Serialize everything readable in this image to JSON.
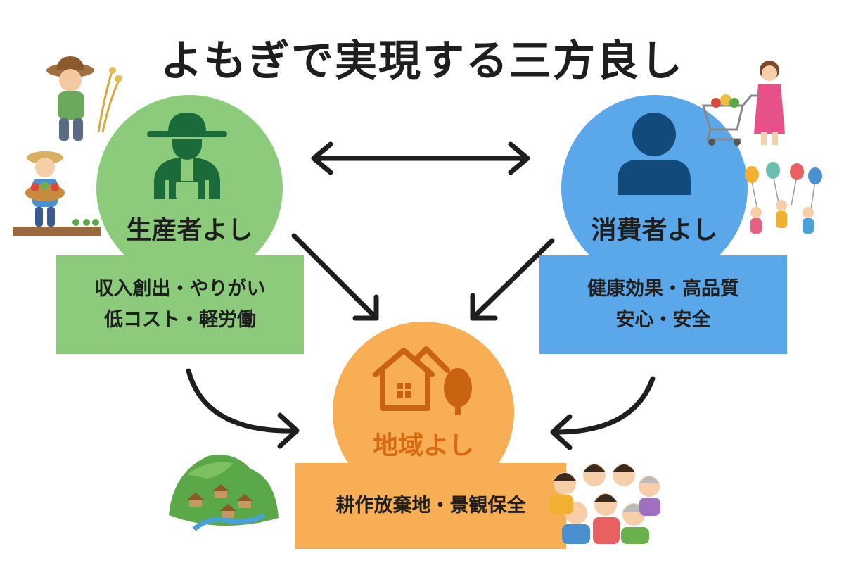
{
  "title": "よもぎで実現する三方良し",
  "nodes": {
    "producer": {
      "label": "生産者よし",
      "benefits": [
        "収入創出・やりがい",
        "低コスト・軽労働"
      ],
      "icon": "farmer-icon",
      "color": "#8ccb7c"
    },
    "consumer": {
      "label": "消費者よし",
      "benefits": [
        "健康効果・高品質",
        "安心・安全"
      ],
      "icon": "person-icon",
      "color": "#5aa7ea"
    },
    "region": {
      "label": "地域よし",
      "benefits": [
        "耕作放棄地・景観保全"
      ],
      "icon": "house-tree-icon",
      "color": "#f8ae55",
      "label_color": "#d86a12"
    }
  },
  "colors": {
    "producer_icon": "#1b6b3a",
    "consumer_icon": "#134a7c",
    "region_icon": "#c9630f",
    "arrow": "#1e1e1e"
  }
}
